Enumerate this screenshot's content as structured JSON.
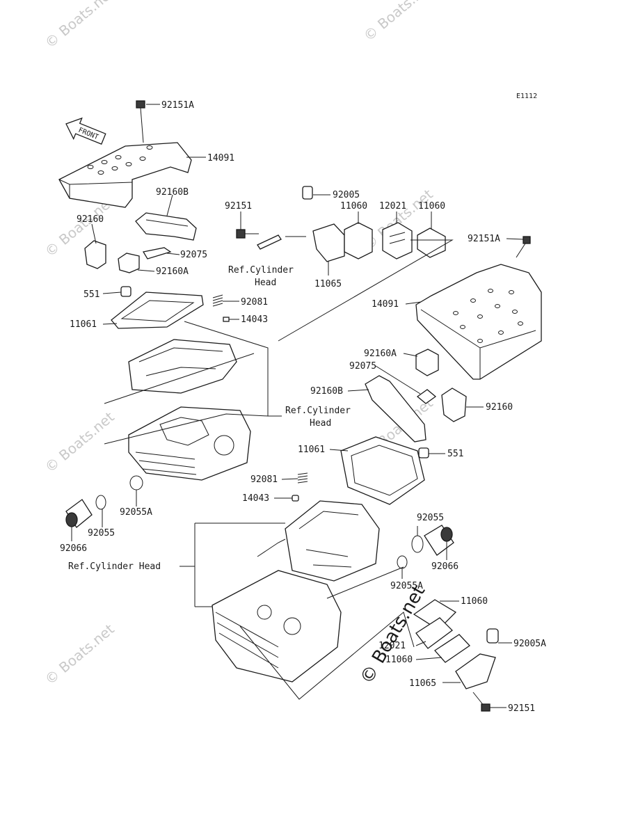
{
  "diagram_code": "E1112",
  "front_label": "FRONT",
  "watermark": "© Boats.net",
  "labels": {
    "p92151A_top": "92151A",
    "p14091_top": "14091",
    "p92160B_top": "92160B",
    "p92160_top": "92160",
    "p92075_top": "92075",
    "p92160A_top": "92160A",
    "p551_top": "551",
    "p11061_top": "11061",
    "p92081_top": "92081",
    "p14043_top": "14043",
    "p92151_top": "92151",
    "ref_cyl_head_1": "Ref.Cylinder",
    "ref_cyl_head_1b": "Head",
    "p92005_top": "92005",
    "p11060_a": "11060",
    "p12021_top": "12021",
    "p11060_b": "11060",
    "p11065_top": "11065",
    "p92151A_right": "92151A",
    "p14091_right": "14091",
    "p92160A_right": "92160A",
    "p92075_right": "92075",
    "p92160B_right": "92160B",
    "p92160_right": "92160",
    "ref_cyl_head_2": "Ref.Cylinder",
    "ref_cyl_head_2b": "Head",
    "p11061_right": "11061",
    "p551_right": "551",
    "p92081_mid": "92081",
    "p14043_mid": "14043",
    "p92055A_left": "92055A",
    "p92066_left": "92066",
    "p92055_left": "92055",
    "p92055_right": "92055",
    "p92066_right": "92066",
    "p92055A_right": "92055A",
    "ref_cyl_head_3": "Ref.Cylinder Head",
    "p11060_c": "11060",
    "p12021_bottom": "12021",
    "p11060_d": "11060",
    "p92005A": "92005A",
    "p11065_bottom": "11065",
    "p92151_bottom": "92151"
  }
}
